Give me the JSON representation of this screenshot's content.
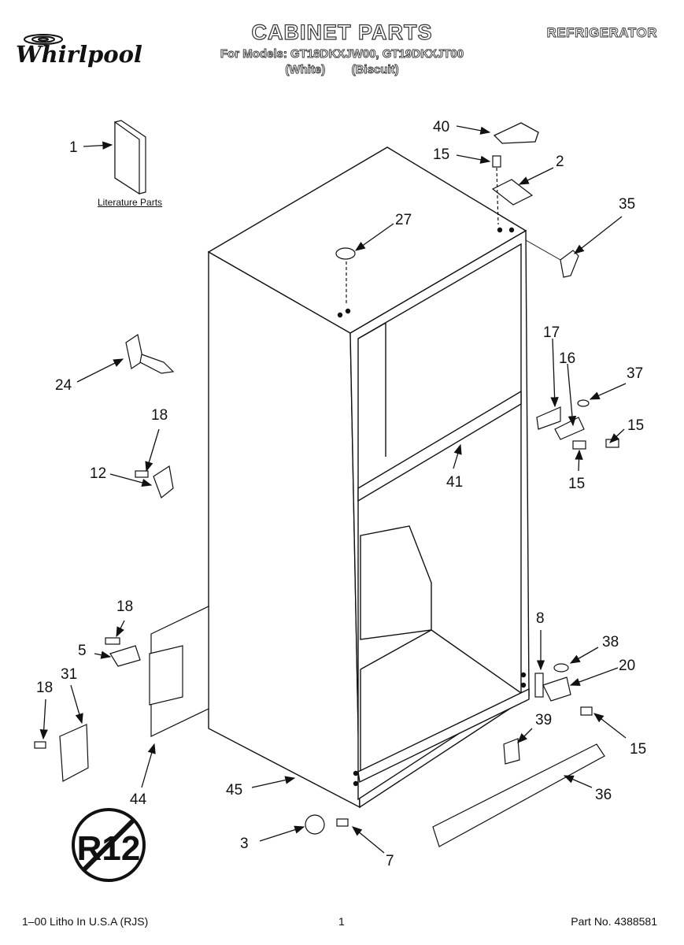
{
  "header": {
    "brand": "Whirlpool",
    "title": "CABINET PARTS",
    "models_line": "For Models: GT18DKXJW00, GT19DKXJT00",
    "variants_line": "(White)        (Biscuit)",
    "category": "REFRIGERATOR"
  },
  "literature_label": "Literature Parts",
  "callouts": [
    "1",
    "40",
    "15",
    "2",
    "35",
    "27",
    "24",
    "18",
    "12",
    "17",
    "16",
    "37",
    "15",
    "41",
    "15",
    "18",
    "5",
    "31",
    "18",
    "44",
    "45",
    "8",
    "38",
    "20",
    "39",
    "15",
    "36",
    "3",
    "7"
  ],
  "no_r12_text": "R12",
  "footer": {
    "left": "1–00 Litho In U.S.A (RJS)",
    "center": "1",
    "right": "Part No. 4388581"
  }
}
